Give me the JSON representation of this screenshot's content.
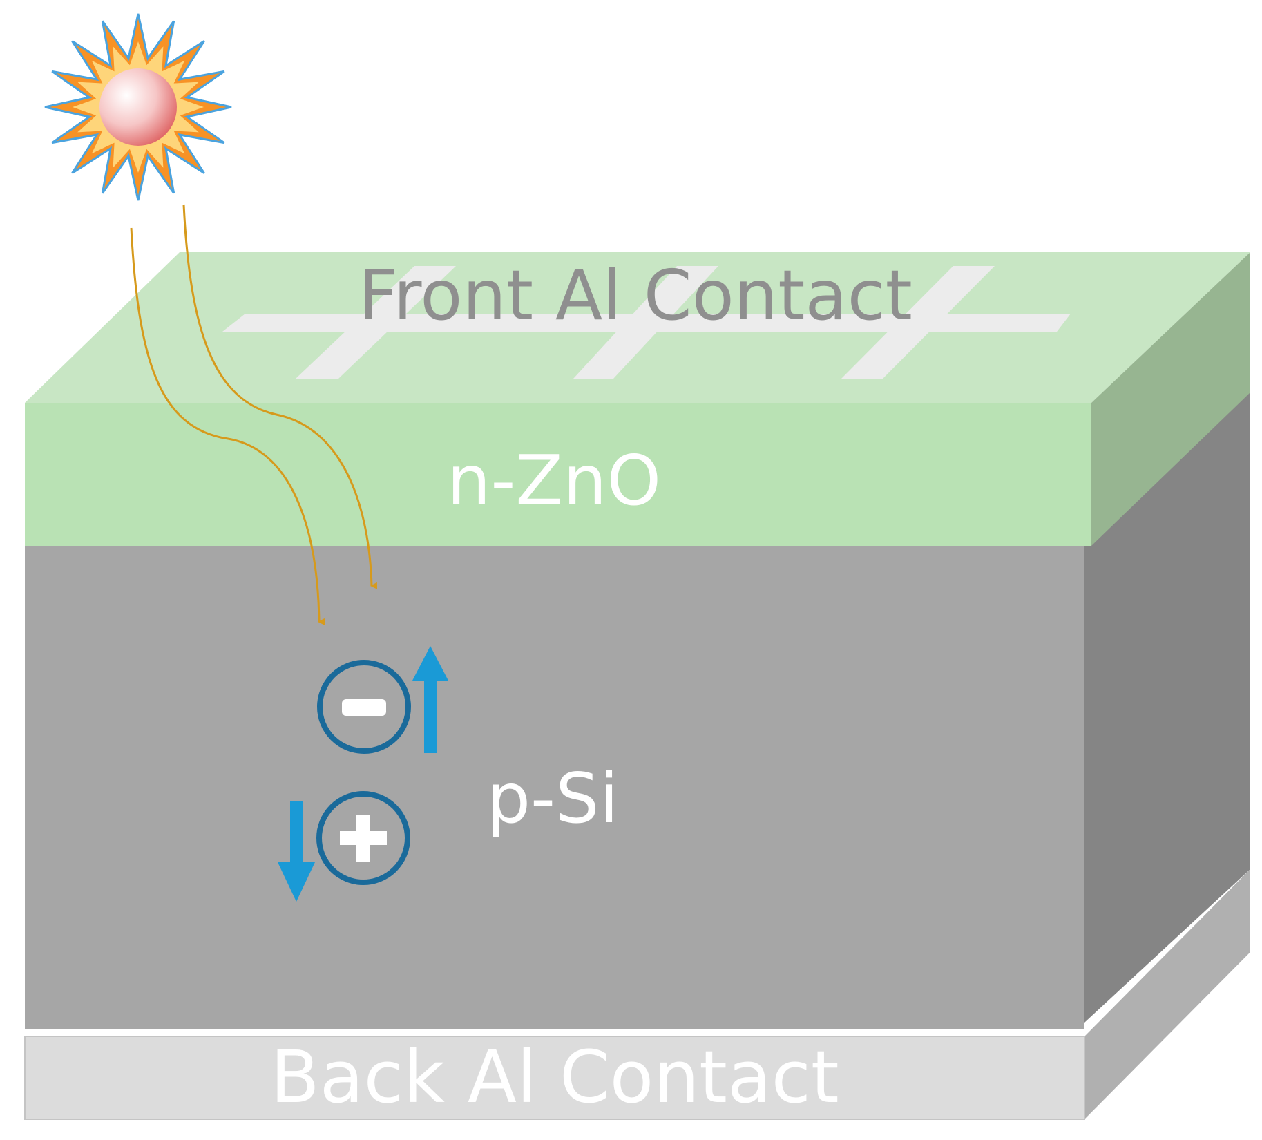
{
  "labels": {
    "front_contact": "Front Al Contact",
    "n_layer": "n-ZnO",
    "p_layer": "p-Si",
    "back_contact": "Back Al Contact",
    "electron_symbol": "−",
    "hole_symbol": "+"
  },
  "colors": {
    "zno_top": "#c8e6c4",
    "zno_front": "#b9e2b4",
    "zno_side": "#97b591",
    "si_front": "#a6a6a6",
    "si_side": "#858585",
    "back_front": "#dcdcdc",
    "back_side": "#b0b0b0",
    "front_contact_grid": "#ececec",
    "front_contact_text": "#8f8f8f",
    "light_ray": "#d69a1c",
    "carrier_circle": "#1a6a9a",
    "carrier_arrow": "#1a9ad6",
    "sun_rays_outer": "#f79225",
    "sun_rays_inner": "#ffe08a",
    "sun_outline": "#4aa3df"
  },
  "icons": {
    "sun": "sun-icon",
    "electron": "electron-icon",
    "hole": "hole-icon",
    "arrow_up": "arrow-up-icon",
    "arrow_down": "arrow-down-icon"
  }
}
